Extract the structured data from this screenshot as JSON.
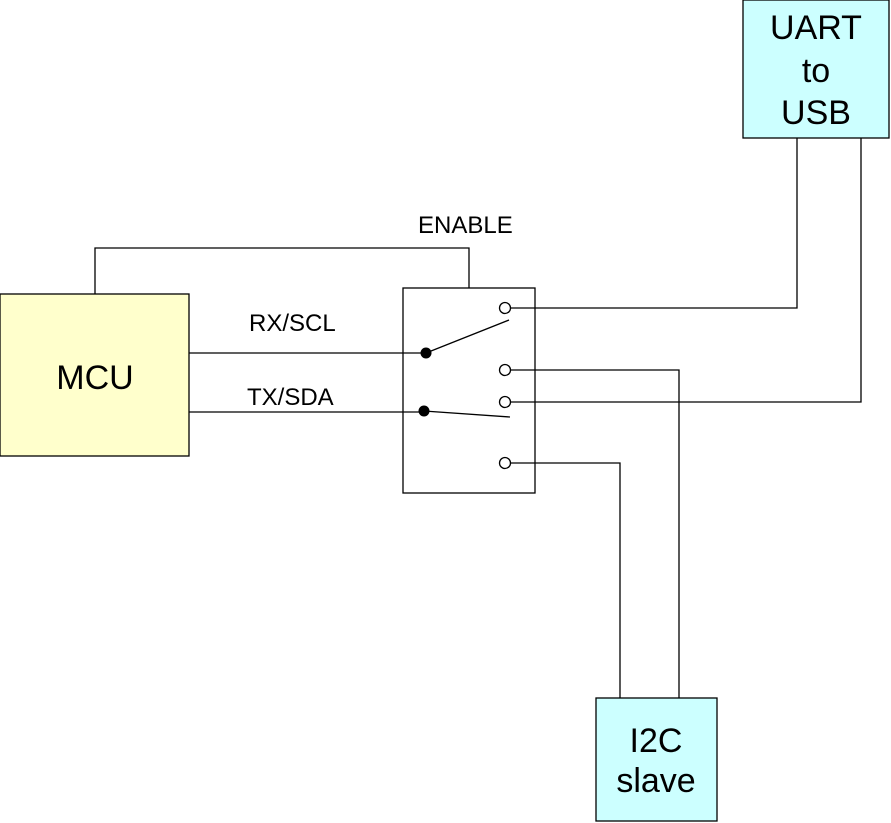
{
  "blocks": {
    "uart_usb": {
      "lines": [
        "UART",
        "to",
        "USB"
      ],
      "fill": "#ccffff"
    },
    "mcu": {
      "label": "MCU",
      "fill": "#ffffcc"
    },
    "i2c_slave": {
      "lines": [
        "I2C",
        "slave"
      ],
      "fill": "#ccffff"
    },
    "switch_box": {
      "fill": "#ffffff"
    }
  },
  "labels": {
    "enable": "ENABLE",
    "rx_scl": "RX/SCL",
    "tx_sda": "TX/SDA"
  },
  "colors": {
    "line": "#000000",
    "background": "#ffffff"
  }
}
